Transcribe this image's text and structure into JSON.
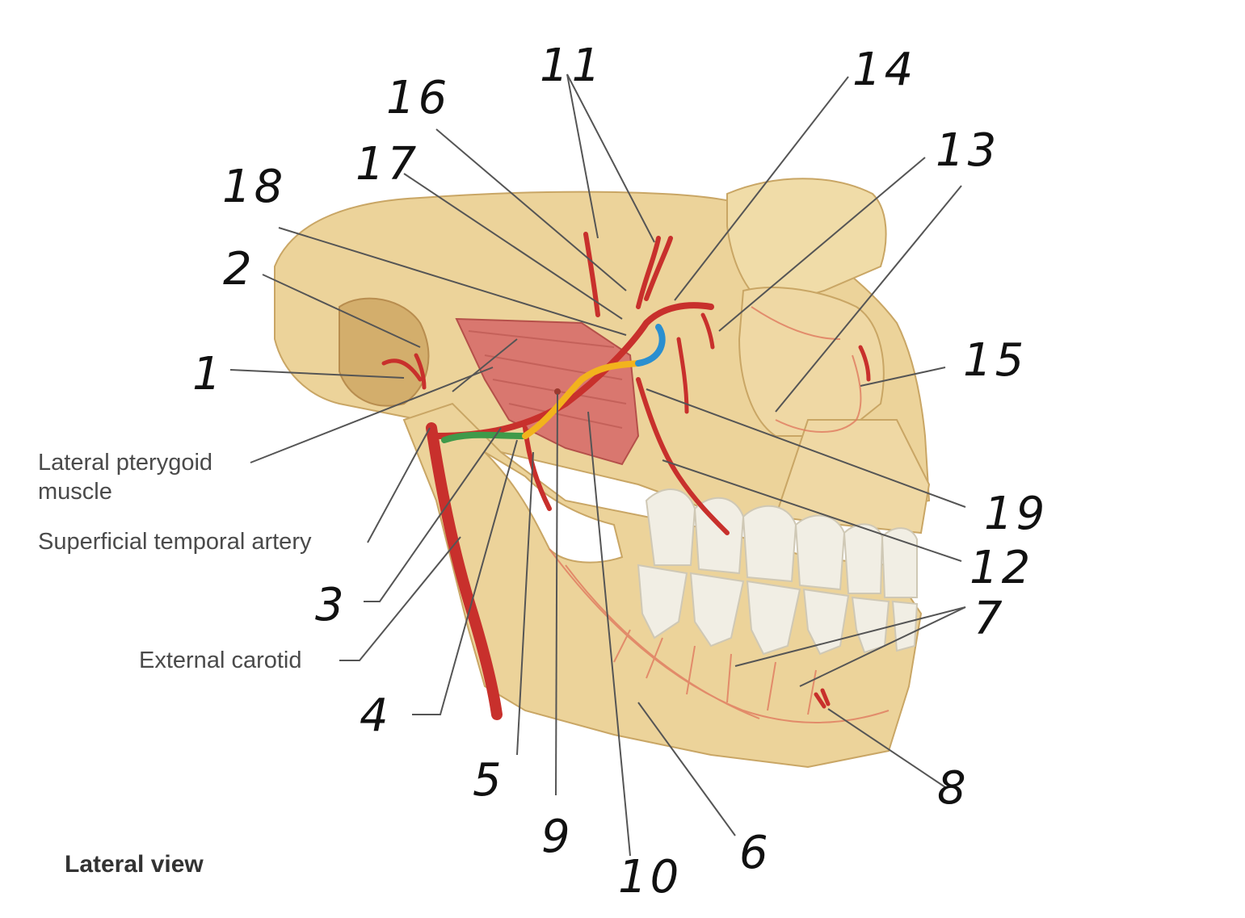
{
  "figure": {
    "view_label": "Lateral view",
    "printed_labels": {
      "lateral_pterygoid_line1": "Lateral pterygoid",
      "lateral_pterygoid_line2": "muscle",
      "superficial_temporal": "Superficial temporal artery",
      "external_carotid": "External carotid"
    },
    "number_labels": [
      "1",
      "2",
      "3",
      "4",
      "5",
      "6",
      "7",
      "8",
      "9",
      "10",
      "11",
      "12",
      "13",
      "14",
      "15",
      "16",
      "17",
      "18",
      "19"
    ]
  },
  "colors": {
    "bone": "#ecd39a",
    "bone_shadow": "#d8b46e",
    "bone_dark": "#c4995a",
    "artery": "#c8302c",
    "artery_light": "#e07a5f",
    "muscle": "#d9776f",
    "teeth": "#f1eee4",
    "nerve_blue": "#2a8fd0",
    "nerve_yellow": "#f2b31d",
    "nerve_green": "#3f9a4a"
  }
}
